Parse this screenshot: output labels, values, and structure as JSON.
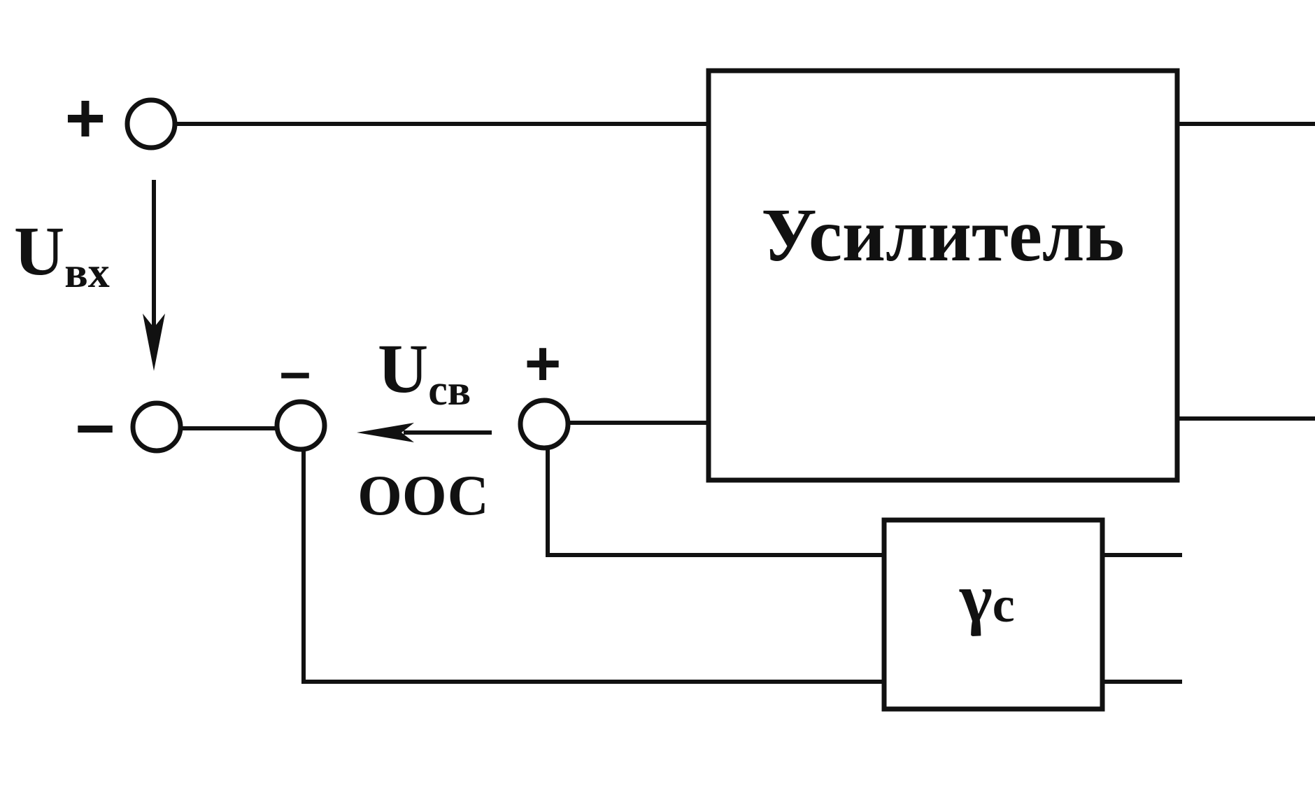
{
  "labels": {
    "amplifier": "Усилитель",
    "input_voltage_main": "U",
    "input_voltage_sub": "вх",
    "feedback_voltage_main": "U",
    "feedback_voltage_sub": "св",
    "feedback_type": "ООС",
    "feedback_block_main": "γ",
    "feedback_block_sub": "с",
    "plus_sign": "+",
    "minus_sign": "–"
  },
  "colors": {
    "ink": "#111111",
    "background": "#ffffff"
  }
}
